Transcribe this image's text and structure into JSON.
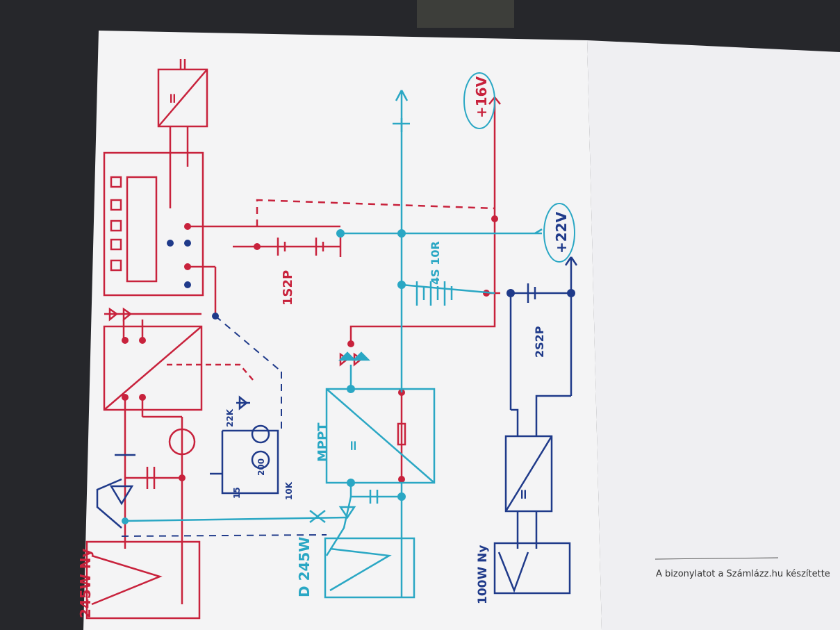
{
  "colors": {
    "red": "#c8223c",
    "cyan": "#2aa7c4",
    "navy": "#1f3a8a",
    "paper": "#f4f4f5",
    "paper_right": "#eeeff2",
    "background": "#2a2b2f"
  },
  "labels": {
    "voltage_16v": "+16V",
    "voltage_22v": "+22V",
    "pack_1s2p": "1S2P",
    "pack_4s_10r": "4S 10R",
    "pack_2s2p": "2S2P",
    "mppt": "MPPT",
    "panel_red_left": "245W Ny",
    "panel_cyan": "D 245W",
    "panel_navy": "100W Ny",
    "r_22k": "22K",
    "r_200": "200",
    "r_10k": "10K",
    "z_15": "15",
    "conv_symbol": "=",
    "footer": "A bizonylatot a Számlázz.hu készítette"
  }
}
